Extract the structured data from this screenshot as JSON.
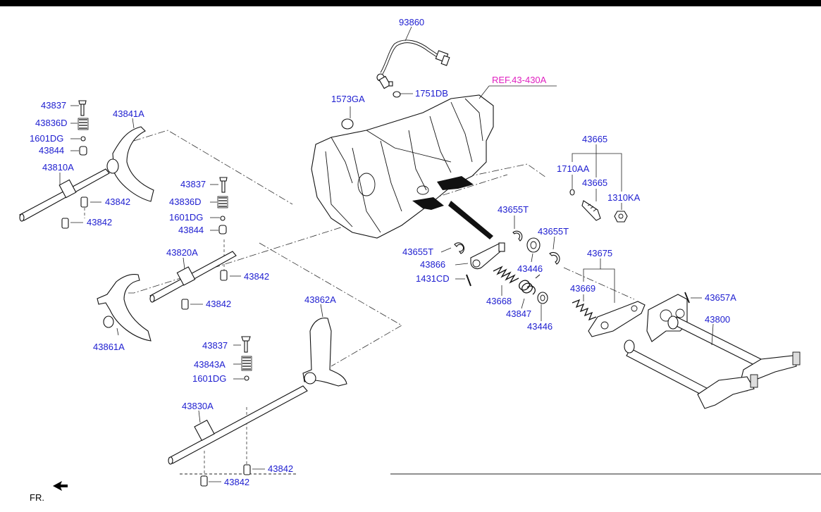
{
  "labels": {
    "p93860": "93860",
    "ref43430": "REF.43-430A",
    "p1751DB": "1751DB",
    "p1573GA": "1573GA",
    "p43665_top": "43665",
    "p1710AA": "1710AA",
    "p43665": "43665",
    "p1310KA": "1310KA",
    "p43655T_a": "43655T",
    "p43655T_b": "43655T",
    "p43655T_c": "43655T",
    "p43866": "43866",
    "p43446_a": "43446",
    "p1431CD": "1431CD",
    "p43668": "43668",
    "p43847": "43847",
    "p43446_b": "43446",
    "p43675": "43675",
    "p43669": "43669",
    "p43657A": "43657A",
    "p43800": "43800",
    "g1_43837": "43837",
    "g1_43836D": "43836D",
    "g1_1601DG": "1601DG",
    "g1_43844": "43844",
    "g1_43810A": "43810A",
    "g1_43842a": "43842",
    "g1_43842b": "43842",
    "p43841A": "43841A",
    "g2_43837": "43837",
    "g2_43836D": "43836D",
    "g2_1601DG": "1601DG",
    "g2_43844": "43844",
    "g2_43820A": "43820A",
    "g2_43842a": "43842",
    "g2_43842b": "43842",
    "p43861A": "43861A",
    "g3_43837": "43837",
    "g3_43843A": "43843A",
    "g3_1601DG": "1601DG",
    "g3_43830A": "43830A",
    "p43862A": "43862A",
    "g3_43842a": "43842",
    "g3_43842b": "43842",
    "fr": "FR."
  },
  "colors": {
    "part_label": "#1d1dd0",
    "reference_label": "#e020c0",
    "line": "#111111"
  }
}
